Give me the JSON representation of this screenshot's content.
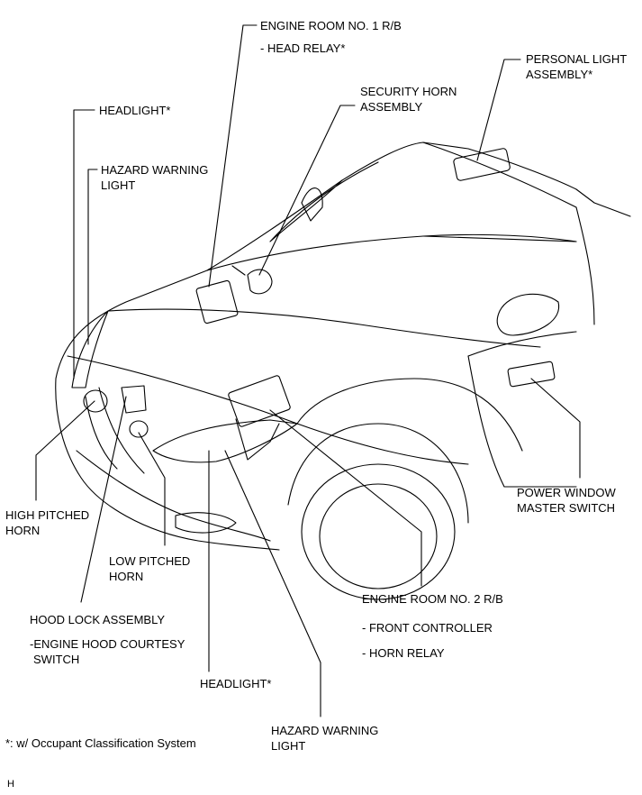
{
  "labels": {
    "engine_room_1": {
      "line1": "ENGINE ROOM NO. 1 R/B",
      "sub": "-  HEAD RELAY*"
    },
    "personal_light": {
      "line1": "PERSONAL LIGHT",
      "line2": "ASSEMBLY*"
    },
    "security_horn": {
      "line1": "SECURITY HORN",
      "line2": "ASSEMBLY"
    },
    "headlight_top": "HEADLIGHT*",
    "hazard_top": {
      "line1": "HAZARD WARNING",
      "line2": "LIGHT"
    },
    "high_pitched": {
      "line1": "HIGH PITCHED",
      "line2": "HORN"
    },
    "low_pitched": {
      "line1": "LOW PITCHED",
      "line2": "HORN"
    },
    "power_window": {
      "line1": "POWER WINDOW",
      "line2": "MASTER SWITCH"
    },
    "engine_room_2": {
      "line1": "ENGINE ROOM NO. 2 R/B",
      "sub1": "- FRONT CONTROLLER",
      "sub2": "- HORN RELAY"
    },
    "hood_lock": {
      "line1": "HOOD LOCK ASSEMBLY",
      "sub1": "-ENGINE HOOD COURTESY",
      "sub2": "SWITCH"
    },
    "headlight_bottom": "HEADLIGHT*",
    "hazard_bottom": {
      "line1": "HAZARD WARNING",
      "line2": "LIGHT"
    }
  },
  "footnote": "*: w/ Occupant Classification System",
  "code": "H"
}
